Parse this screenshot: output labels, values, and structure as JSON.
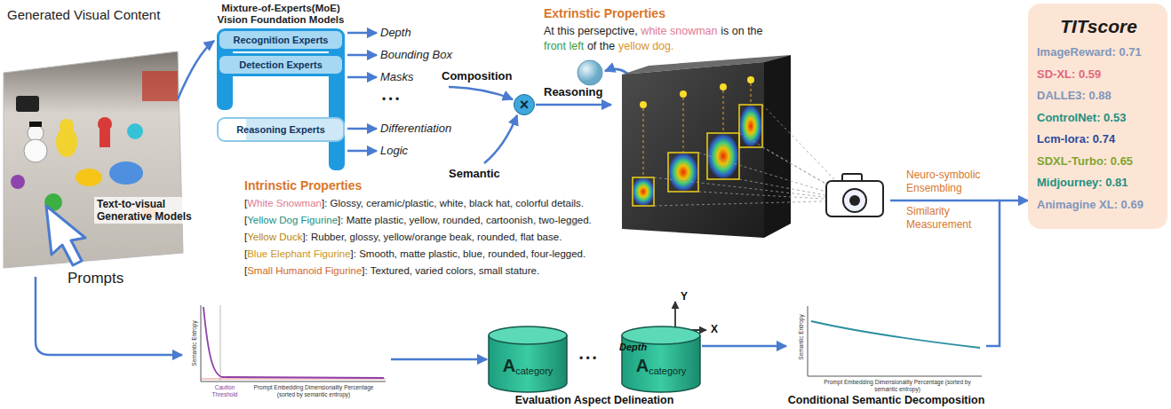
{
  "diagram": {
    "nodes": [
      {
        "text": [
          "Mixture-of-Experts(MoE) Vision Foundation Models"
        ]
      },
      {
        "text": [
          "Recognition Experts"
        ],
        "in": 0
      },
      {
        "text": [
          "Detection Experts"
        ],
        "in": 0
      },
      {
        "text": [
          "Reasoning Experts"
        ],
        "in": 0
      },
      {
        "text": [
          "×"
        ]
      },
      {
        "text": [
          "TITscore",
          "ImageReward: 0.71",
          "SD-XL: 0.59",
          "DALLE3: 0.88",
          "ControlNet: 0.53",
          "Lcm-lora: 0.74",
          "SDXL-Turbo: 0.65",
          "Midjourney: 0.81",
          "Animagine XL: 0.69"
        ]
      },
      {
        "text": [
          "Semantic Entropy",
          "Caution Threshold",
          "Prompt Embedding Dimensionality Percentage (sorted by semantic entropy)"
        ]
      },
      {
        "text": [
          "A",
          "category"
        ]
      },
      {
        "text": [
          "A",
          "category"
        ]
      },
      {
        "text": [
          "Semantic Entropy",
          "Prompt Embedding Dimensionality Percentage (sorted by semantic entropy)"
        ]
      }
    ],
    "edges": [
      {
        "from": 6,
        "to": 7,
        "arrow": "to"
      },
      {
        "from": 8,
        "to": 9,
        "arrow": "to"
      },
      {
        "from": 9,
        "to": 5,
        "arrow": "to"
      }
    ],
    "labels": [
      "Generated Visual Content",
      "Depth",
      "Bounding Box",
      "Masks",
      "• • •",
      "Differentiation",
      "Logic",
      "Composition",
      "Extrinstic Properties",
      "At this persepctive,",
      "white snowman",
      "is on the",
      "front left",
      "of the",
      "yellow dog.",
      "Reasoning",
      "Semantic",
      "Intrinstic Properties",
      "[",
      "White Snowman",
      "]: Glossy, ceramic/plastic, white, black hat, colorful details.",
      "[",
      "Yellow Dog Figurine",
      "]: Matte plastic, yellow, rounded, cartoonish, two-legged.",
      "[",
      "Yellow Duck",
      "]: Rubber, glossy, yellow/orange beak, rounded, flat base.",
      "[",
      "Blue Elephant Figurine",
      "]: Smooth, matte plastic, blue, rounded, four-legged.",
      "[",
      "Small Humanoid Figurine",
      "]: Textured, varied colors, small stature.",
      "Text-to-visual Generative Models",
      "Prompts",
      "Neuro-symbolic Ensembling",
      "Similarity Measurement",
      "Y",
      "Depth",
      "X",
      "• • •",
      "Evaluation Aspect Delineation",
      "Conditional Semantic Decomposition"
    ]
  }
}
